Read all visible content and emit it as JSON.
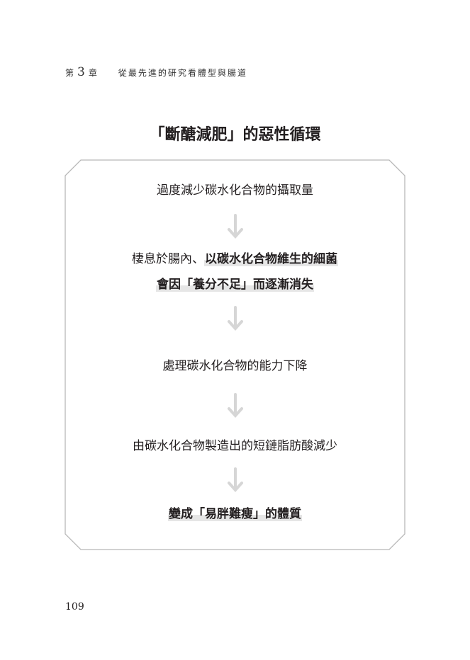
{
  "header": {
    "chapter_prefix": "第",
    "chapter_number": "3",
    "chapter_suffix": "章",
    "chapter_title": "從最先進的研究看體型與腸道"
  },
  "title": "「斷醣減肥」的惡性循環",
  "flow": {
    "step1": "過度減少碳水化合物的攝取量",
    "step2_plain": "棲息於腸內、",
    "step2_bold": "以碳水化合物維生的細菌",
    "step3_bold": "會因「養分不足」而逐漸消失",
    "step4": "處理碳水化合物的能力下降",
    "step5": "由碳水化合物製造出的短鏈脂肪酸減少",
    "step6_bold": "變成「易胖難瘦」的體質"
  },
  "arrow_icon": "down-arrow-icon",
  "page_number": "109"
}
